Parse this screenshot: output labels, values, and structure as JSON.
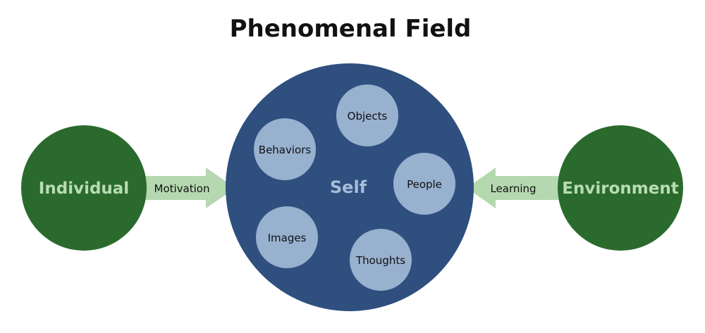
{
  "title": "Phenomenal Field",
  "colors": {
    "green_dark": "#2b6a2d",
    "green_light_text": "#b8dcb2",
    "arrow_green": "#b5d8b0",
    "self_blue": "#2f4f7f",
    "self_text": "#a7bdd8",
    "element_blue": "#98b1cf",
    "dark_text": "#111111"
  },
  "left_node": {
    "label": "Individual"
  },
  "right_node": {
    "label": "Environment"
  },
  "left_arrow": {
    "label": "Motivation",
    "direction": "right"
  },
  "right_arrow": {
    "label": "Learning",
    "direction": "left"
  },
  "self": {
    "label": "Self",
    "elements": [
      {
        "label": "Objects"
      },
      {
        "label": "Behaviors"
      },
      {
        "label": "People"
      },
      {
        "label": "Images"
      },
      {
        "label": "Thoughts"
      }
    ]
  }
}
